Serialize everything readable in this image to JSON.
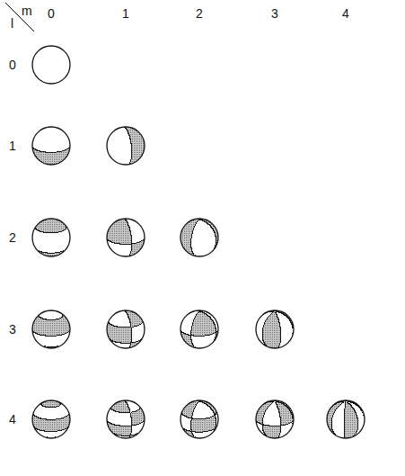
{
  "diagram": {
    "labels": [
      "m",
      "l",
      "0",
      "1",
      "2",
      "3",
      "4",
      "0",
      "1",
      "2",
      "3",
      "4"
    ]
  }
}
